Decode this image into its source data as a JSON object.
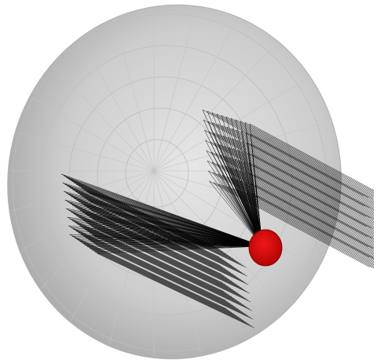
{
  "scene": {
    "objects": [
      {
        "name": "parabolic-reflector-dish",
        "color": "#c8c8c8"
      },
      {
        "name": "focal-point-source",
        "color": "#d40000"
      },
      {
        "name": "ray-bundles",
        "color": "#000000",
        "bundles": 2
      }
    ],
    "background": "#ffffff"
  }
}
